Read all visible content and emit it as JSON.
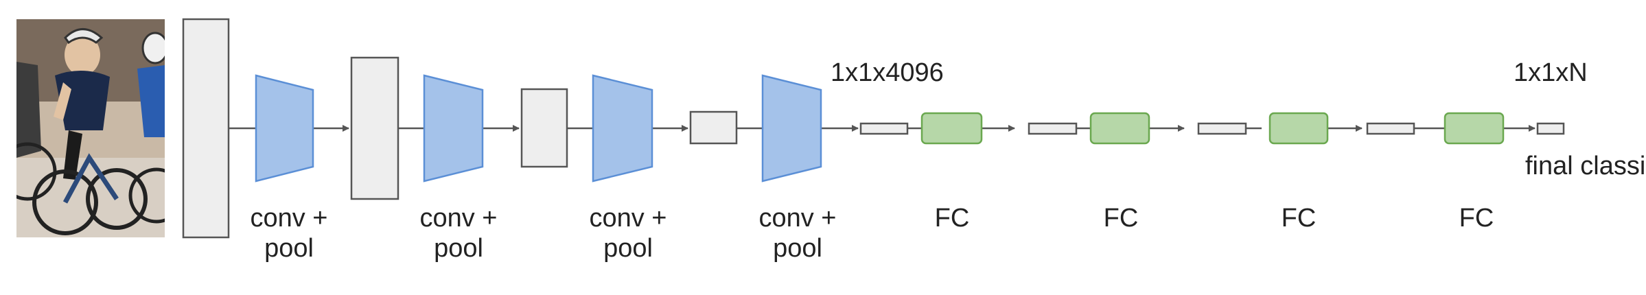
{
  "colors": {
    "conv_fill": "#a4c2ea",
    "conv_stroke": "#5b8fd6",
    "fc_fill": "#b6d7a8",
    "fc_stroke": "#6aa84f",
    "block_fill": "#eeeeee",
    "line": "#555555"
  },
  "input_image": {
    "description_icon": "cyclists-photo"
  },
  "stages": {
    "conv_label_1": "conv +",
    "conv_label_2": "pool",
    "fc_label": "FC"
  },
  "dims": {
    "fc_input": "1x1x4096",
    "output": "1x1xN"
  },
  "output_label": "final classi"
}
